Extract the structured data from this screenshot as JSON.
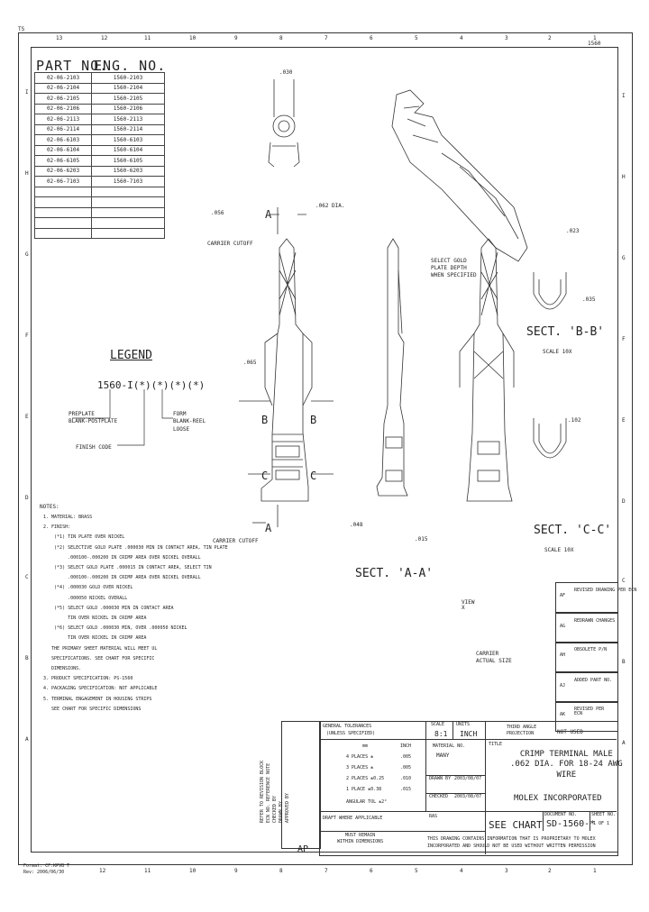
{
  "sheet": {
    "corner_top_left": "TS",
    "col_numbers": [
      "13",
      "12",
      "11",
      "10",
      "9",
      "8",
      "7",
      "6",
      "5",
      "4",
      "3",
      "2",
      "1"
    ],
    "col_numbers_bottom": [
      "12",
      "11",
      "10",
      "9",
      "8",
      "7",
      "6",
      "5",
      "4",
      "3",
      "2",
      "1"
    ],
    "row_letters_left": [
      "I",
      "H",
      "G",
      "F",
      "E",
      "D",
      "C",
      "B",
      "A"
    ],
    "row_letters_right": [
      "I",
      "H",
      "G",
      "F",
      "E",
      "D",
      "C",
      "B",
      "A"
    ],
    "doc_number_top": "1560",
    "format_stamp": "Format: CF:KPVB T\nRev: 2006/06/30"
  },
  "part_table": {
    "header_part": "PART NO.",
    "header_eng": "ENG. NO.",
    "rows": [
      [
        "02-06-2103",
        "1560-2103"
      ],
      [
        "02-06-2104",
        "1560-2104"
      ],
      [
        "02-06-2105",
        "1560-2105"
      ],
      [
        "02-06-2106",
        "1560-2106"
      ],
      [
        "02-06-2113",
        "1560-2113"
      ],
      [
        "02-06-2114",
        "1560-2114"
      ],
      [
        "02-06-6103",
        "1560-6103"
      ],
      [
        "02-06-6104",
        "1560-6104"
      ],
      [
        "02-06-6105",
        "1560-6105"
      ],
      [
        "02-06-6203",
        "1560-6203"
      ],
      [
        "02-06-7103",
        "1560-7103"
      ],
      [
        "",
        ""
      ],
      [
        "",
        ""
      ],
      [
        "",
        ""
      ],
      [
        "",
        ""
      ],
      [
        "",
        ""
      ]
    ]
  },
  "legend": {
    "title": "LEGEND",
    "code": "1560-I(*)(*)(*)(*)",
    "left_desc": "PREPLATE\nBLANK-POSTPLATE",
    "left_desc2": "FINISH CODE",
    "right_desc": "FORM\nBLANK-REEL\nLOOSE"
  },
  "notes": {
    "title": "NOTES:",
    "lines": [
      "1. MATERIAL: BRASS",
      "2. FINISH:",
      "    (*1) TIN PLATE OVER NICKEL",
      "    (*2) SELECTIVE GOLD PLATE .000030 MIN IN CONTACT AREA, TIN PLATE",
      "         .000100-.000200 IN CRIMP AREA OVER NICKEL OVERALL",
      "    (*3) SELECT GOLD PLATE .000015 IN CONTACT AREA, SELECT TIN",
      "         .000100-.000200 IN CRIMP AREA OVER NICKEL OVERALL",
      "    (*4) .000030 GOLD OVER NICKEL",
      "         .000050 NICKEL OVERALL",
      "    (*5) SELECT GOLD .000030 MIN IN CONTACT AREA",
      "         TIN OVER NICKEL IN CRIMP AREA",
      "    (*6) SELECT GOLD .000030 MIN, OVER .000050 NICKEL",
      "         TIN OVER NICKEL IN CRIMP AREA",
      "   THE PRIMARY SHEET MATERIAL WILL MEET UL",
      "   SPECIFICATIONS. SEE CHART FOR SPECIFIC",
      "   DIMENSIONS.",
      "3. PRODUCT SPECIFICATION: PS-1560",
      "4. PACKAGING SPECIFICATION: NOT APPLICABLE",
      "5. TERMINAL ENGAGEMENT IN HOUSING STRIPS",
      "   SEE CHART FOR SPECIFIC DIMENSIONS"
    ]
  },
  "views": {
    "section_aa": "SECT. 'A-A'",
    "section_bb": "SECT. 'B-B'",
    "section_cc": "SECT. 'C-C'",
    "scale_10x": "SCALE 10X",
    "marker_a": "A",
    "marker_b": "B",
    "marker_c": "C",
    "carrier_cutoff": "CARRIER CUTOFF",
    "dia_note": ".062 DIA.",
    "select_gold": "SELECT GOLD\nPLATE DEPTH\nWHEN SPECIFIED",
    "dim_1": ".030",
    "dim_2": ".056",
    "dim_3": ".065",
    "dim_4": ".048",
    "dim_5": ".015",
    "dim_6": ".023",
    "dim_7": ".102",
    "dim_8": ".035",
    "view_label": "VIEW\nX",
    "carrier_strip": "CARRIER\nACTUAL SIZE"
  },
  "revisions": [
    {
      "rev": "AF",
      "desc": "REVISED DRAWING PER ECN"
    },
    {
      "rev": "AG",
      "desc": "REDRAWN CHANGES"
    },
    {
      "rev": "AH",
      "desc": "OBSOLETE P/N"
    },
    {
      "rev": "AJ",
      "desc": "ADDED PART NO."
    },
    {
      "rev": "AK",
      "desc": "REVISED PER\nECN"
    }
  ],
  "refer_text": "REFER TO REVISION BLOCK\nECN NO. REFERENCE NOTE\nCHECKED BY\nDRAWN BY\nAPPROVED BY",
  "title_block": {
    "general_tol": "GENERAL TOLERANCES",
    "unless": "(UNLESS SPECIFIED)",
    "scale_label": "SCALE",
    "scale_val": "8:1",
    "units_label": "UNITS",
    "units_val": "INCH",
    "material_label": "MATERIAL NO.",
    "material_val": "MANY",
    "third_angle": "THIRD ANGLE\nPROJECTION",
    "not_used": "NOT USED",
    "mm_label": "mm",
    "inch_label": "INCH",
    "tol_rows": [
      "4 PLACES  ±",
      ".005",
      "3 PLACES  ±",
      ".005",
      "2 PLACES  ±0.25",
      ".010",
      "1 PLACE   ±0.38",
      ".015"
    ],
    "angular": "ANGULAR TOL ±2°",
    "drawn_by": "DRAWN BY",
    "drawn_val": "RAS",
    "date1": "2003/08/07",
    "checked": "CHECKED",
    "date2": "2003/08/07",
    "approved": "APPROVED",
    "title_label": "TITLE",
    "title": "CRIMP TERMINAL MALE\n.062 DIA. FOR 18-24 AWG\nWIRE",
    "company": "MOLEX INCORPORATED",
    "draft_where": "DRAFT WHERE APPLICABLE",
    "must_remain": "MUST REMAIN\nWITHIN DIMENSIONS",
    "doc_part_label": "SEE CHART",
    "doc_number": "SD-1560-*",
    "sheet": "1 OF 1",
    "proprietary": "THIS DRAWING CONTAINS INFORMATION THAT IS PROPRIETARY TO MOLEX\nINCORPORATED AND SHOULD NOT BE USED WITHOUT WRITTEN PERMISSION",
    "rev_letter": "AP",
    "doc_number_label": "DOCUMENT NO.",
    "sheet_label": "SHEET NO."
  }
}
